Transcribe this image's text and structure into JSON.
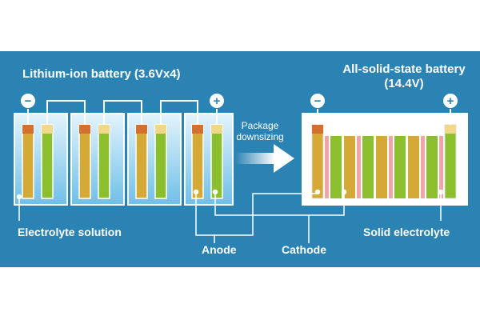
{
  "titles": {
    "left": "Lithium-ion battery (3.6Vx4)",
    "right": "All-solid-state battery (14.4V)"
  },
  "labels": {
    "package": "Package downsizing",
    "electrolyte": "Electrolyte solution",
    "anode": "Anode",
    "cathode": "Cathode",
    "solid_electrolyte": "Solid electrolyte"
  },
  "terminals": {
    "minus": "−",
    "plus": "+"
  },
  "colors": {
    "background": "#2b83b3",
    "anode": "#d4a935",
    "anode_tab": "#d36f2f",
    "cathode": "#8bbf2e",
    "cathode_tab": "#f0d78a",
    "solid_electrolyte": "#efa5a8",
    "liquid": "#7cc6eb"
  }
}
